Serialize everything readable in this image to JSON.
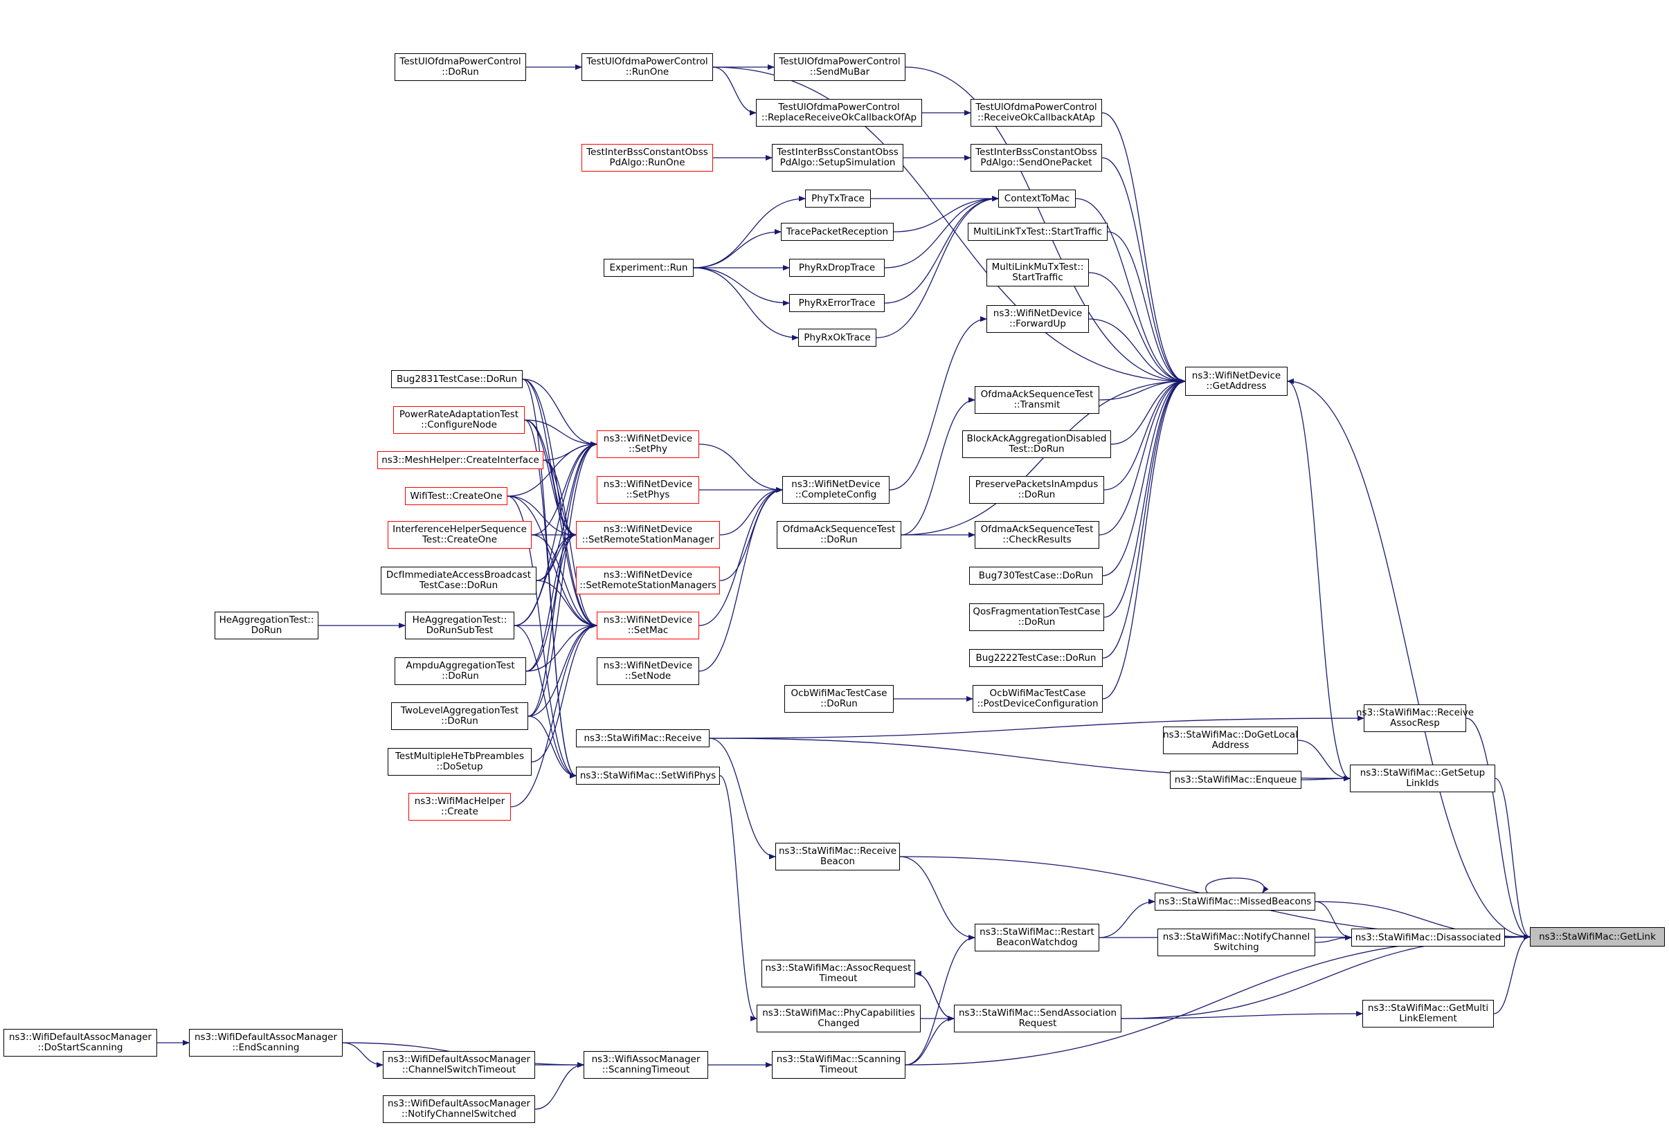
{
  "colors": {
    "edge": "#191970",
    "node_border": "#000000",
    "node_border_incomplete": "#ff0000",
    "root_fill": "#bfbfbf"
  },
  "nodes": {
    "get_link": {
      "label": "ns3::StaWifiMac::GetLink"
    },
    "get_address": {
      "label": "ns3::WifiNetDevice\n::GetAddress"
    },
    "receive_assoc_resp": {
      "label": "ns3::StaWifiMac::Receive\nAssocResp"
    },
    "get_setup_link_ids": {
      "label": "ns3::StaWifiMac::GetSetup\nLinkIds"
    },
    "disassociated": {
      "label": "ns3::StaWifiMac::Disassociated"
    },
    "get_multi_link_element": {
      "label": "ns3::StaWifiMac::GetMulti\nLinkElement"
    },
    "do_get_local_address": {
      "label": "ns3::StaWifiMac::DoGetLocal\nAddress"
    },
    "enqueue": {
      "label": "ns3::StaWifiMac::Enqueue"
    },
    "missed_beacons": {
      "label": "ns3::StaWifiMac::MissedBeacons"
    },
    "notify_channel_switching": {
      "label": "ns3::StaWifiMac::NotifyChannel\nSwitching"
    },
    "restart_beacon_watchdog": {
      "label": "ns3::StaWifiMac::Restart\nBeaconWatchdog"
    },
    "send_association_request": {
      "label": "ns3::StaWifiMac::SendAssociation\nRequest"
    },
    "receive_beacon": {
      "label": "ns3::StaWifiMac::Receive\nBeacon"
    },
    "assoc_request_timeout": {
      "label": "ns3::StaWifiMac::AssocRequest\nTimeout"
    },
    "phy_capabilities_changed": {
      "label": "ns3::StaWifiMac::PhyCapabilities\nChanged"
    },
    "scanning_timeout": {
      "label": "ns3::StaWifiMac::Scanning\nTimeout"
    },
    "wam_scanning_timeout": {
      "label": "ns3::WifiAssocManager\n::ScanningTimeout"
    },
    "dam_channel_switch_timeout": {
      "label": "ns3::WifiDefaultAssocManager\n::ChannelSwitchTimeout"
    },
    "dam_notify_channel_switched": {
      "label": "ns3::WifiDefaultAssocManager\n::NotifyChannelSwitched"
    },
    "dam_end_scanning": {
      "label": "ns3::WifiDefaultAssocManager\n::EndScanning"
    },
    "dam_do_start_scanning": {
      "label": "ns3::WifiDefaultAssocManager\n::DoStartScanning"
    },
    "sta_receive": {
      "label": "ns3::StaWifiMac::Receive"
    },
    "sta_set_wifi_phys": {
      "label": "ns3::StaWifiMac::SetWifiPhys"
    },
    "ul_power_run_one": {
      "label": "TestUlOfdmaPowerControl\n::RunOne"
    },
    "ul_power_do_run": {
      "label": "TestUlOfdmaPowerControl\n::DoRun"
    },
    "ul_power_send_mu_bar": {
      "label": "TestUlOfdmaPowerControl\n::SendMuBar"
    },
    "ul_power_replace_cb": {
      "label": "TestUlOfdmaPowerControl\n::ReplaceReceiveOkCallbackOfAp"
    },
    "ul_power_receive_ok_cb": {
      "label": "TestUlOfdmaPowerControl\n::ReceiveOkCallbackAtAp"
    },
    "inter_bss_run_one": {
      "label": "TestInterBssConstantObss\nPdAlgo::RunOne"
    },
    "inter_bss_setup_sim": {
      "label": "TestInterBssConstantObss\nPdAlgo::SetupSimulation"
    },
    "inter_bss_send_one": {
      "label": "TestInterBssConstantObss\nPdAlgo::SendOnePacket"
    },
    "context_to_mac": {
      "label": "ContextToMac"
    },
    "phy_tx_trace": {
      "label": "PhyTxTrace"
    },
    "trace_packet_reception": {
      "label": "TracePacketReception"
    },
    "phy_rx_drop_trace": {
      "label": "PhyRxDropTrace"
    },
    "phy_rx_error_trace": {
      "label": "PhyRxErrorTrace"
    },
    "phy_rx_ok_trace": {
      "label": "PhyRxOkTrace"
    },
    "experiment_run": {
      "label": "Experiment::Run"
    },
    "multilink_tx_start": {
      "label": "MultiLinkTxTest::StartTraffic"
    },
    "multilink_mu_tx_start": {
      "label": "MultiLinkMuTxTest::\nStartTraffic"
    },
    "wnd_forward_up": {
      "label": "ns3::WifiNetDevice\n::ForwardUp"
    },
    "ofdma_ack_transmit": {
      "label": "OfdmaAckSequenceTest\n::Transmit"
    },
    "block_ack_disabled": {
      "label": "BlockAckAggregationDisabled\nTest::DoRun"
    },
    "preserve_packets": {
      "label": "PreservePacketsInAmpdus\n::DoRun"
    },
    "ofdma_ack_check": {
      "label": "OfdmaAckSequenceTest\n::CheckResults"
    },
    "bug730": {
      "label": "Bug730TestCase::DoRun"
    },
    "qos_fragmentation": {
      "label": "QosFragmentationTestCase\n::DoRun"
    },
    "bug2222": {
      "label": "Bug2222TestCase::DoRun"
    },
    "ocb_post_device_config": {
      "label": "OcbWifiMacTestCase\n::PostDeviceConfiguration"
    },
    "ocb_do_run": {
      "label": "OcbWifiMacTestCase\n::DoRun"
    },
    "ofdma_ack_do_run": {
      "label": "OfdmaAckSequenceTest\n::DoRun"
    },
    "wnd_complete_config": {
      "label": "ns3::WifiNetDevice\n::CompleteConfig"
    },
    "wnd_set_phy": {
      "label": "ns3::WifiNetDevice\n::SetPhy"
    },
    "wnd_set_phys": {
      "label": "ns3::WifiNetDevice\n::SetPhys"
    },
    "wnd_set_rsm": {
      "label": "ns3::WifiNetDevice\n::SetRemoteStationManager"
    },
    "wnd_set_rsms": {
      "label": "ns3::WifiNetDevice\n::SetRemoteStationManagers"
    },
    "wnd_set_mac": {
      "label": "ns3::WifiNetDevice\n::SetMac"
    },
    "wnd_set_node": {
      "label": "ns3::WifiNetDevice\n::SetNode"
    },
    "bug2831": {
      "label": "Bug2831TestCase::DoRun"
    },
    "power_rate_adaptation": {
      "label": "PowerRateAdaptationTest\n::ConfigureNode"
    },
    "mesh_helper_create_if": {
      "label": "ns3::MeshHelper::CreateInterface"
    },
    "wifi_test_create_one": {
      "label": "WifiTest::CreateOne"
    },
    "interference_helper": {
      "label": "InterferenceHelperSequence\nTest::CreateOne"
    },
    "dcf_immediate_access": {
      "label": "DcfImmediateAccessBroadcast\nTestCase::DoRun"
    },
    "he_aggregation_sub": {
      "label": "HeAggregationTest::\nDoRunSubTest"
    },
    "he_aggregation_do_run": {
      "label": "HeAggregationTest::\nDoRun"
    },
    "ampdu_aggregation": {
      "label": "AmpduAggregationTest\n::DoRun"
    },
    "two_level_aggregation": {
      "label": "TwoLevelAggregationTest\n::DoRun"
    },
    "multiple_he_tb": {
      "label": "TestMultipleHeTbPreambles\n::DoSetup"
    },
    "wifi_mac_helper_create": {
      "label": "ns3::WifiMacHelper\n::Create"
    }
  }
}
